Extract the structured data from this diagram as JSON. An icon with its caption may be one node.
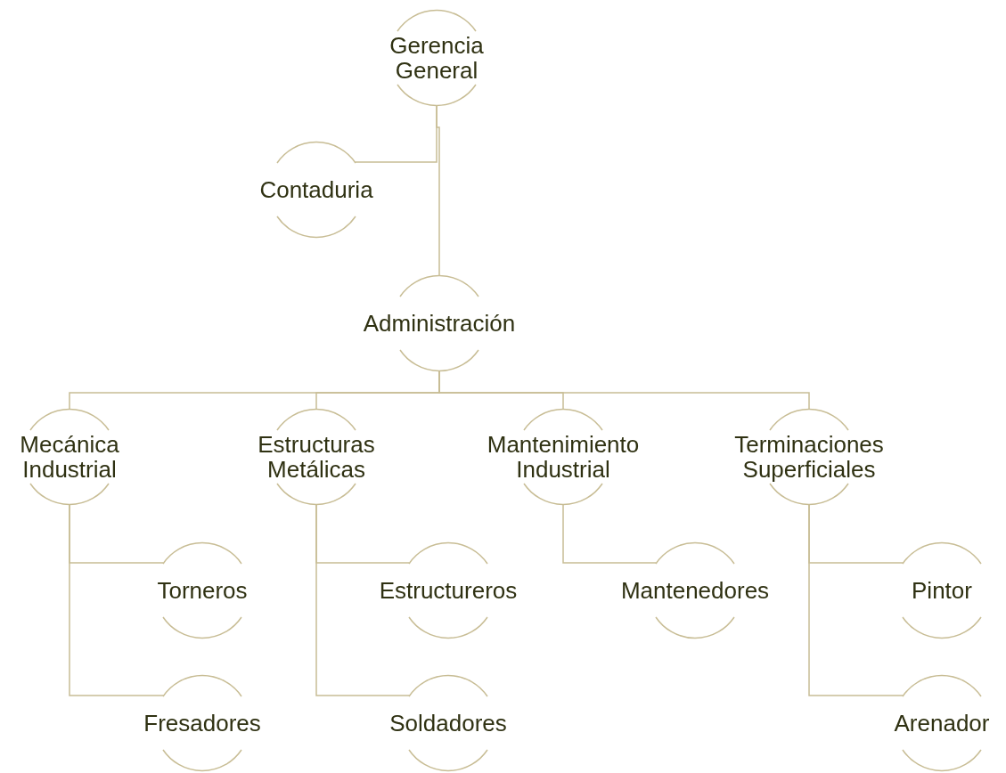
{
  "diagram": {
    "nodes": [
      {
        "text": [
          "Gerencia General"
        ]
      },
      {
        "text": [
          "Contaduria"
        ]
      },
      {
        "text": [
          "Administración"
        ]
      },
      {
        "text": [
          "Mecánica Industrial"
        ]
      },
      {
        "text": [
          "Estructuras Metálicas"
        ]
      },
      {
        "text": [
          "Mantenimiento Industrial"
        ]
      },
      {
        "text": [
          "Terminaciones Superficiales"
        ]
      },
      {
        "text": [
          "Torneros"
        ]
      },
      {
        "text": [
          "Fresadores"
        ]
      },
      {
        "text": [
          "Estructureros"
        ]
      },
      {
        "text": [
          "Soldadores"
        ]
      },
      {
        "text": [
          "Mantenedores"
        ]
      },
      {
        "text": [
          "Pintor"
        ]
      },
      {
        "text": [
          "Arenador"
        ]
      }
    ],
    "edges": [
      {
        "from": 0,
        "to": 1,
        "arrow": "none"
      },
      {
        "from": 0,
        "to": 2,
        "arrow": "none"
      },
      {
        "from": 2,
        "to": 3,
        "arrow": "none"
      },
      {
        "from": 2,
        "to": 4,
        "arrow": "none"
      },
      {
        "from": 2,
        "to": 5,
        "arrow": "none"
      },
      {
        "from": 2,
        "to": 6,
        "arrow": "none"
      },
      {
        "from": 3,
        "to": 7,
        "arrow": "none"
      },
      {
        "from": 3,
        "to": 8,
        "arrow": "none"
      },
      {
        "from": 4,
        "to": 9,
        "arrow": "none"
      },
      {
        "from": 4,
        "to": 10,
        "arrow": "none"
      },
      {
        "from": 5,
        "to": 11,
        "arrow": "none"
      },
      {
        "from": 6,
        "to": 12,
        "arrow": "none"
      },
      {
        "from": 6,
        "to": 13,
        "arrow": "none"
      }
    ]
  }
}
